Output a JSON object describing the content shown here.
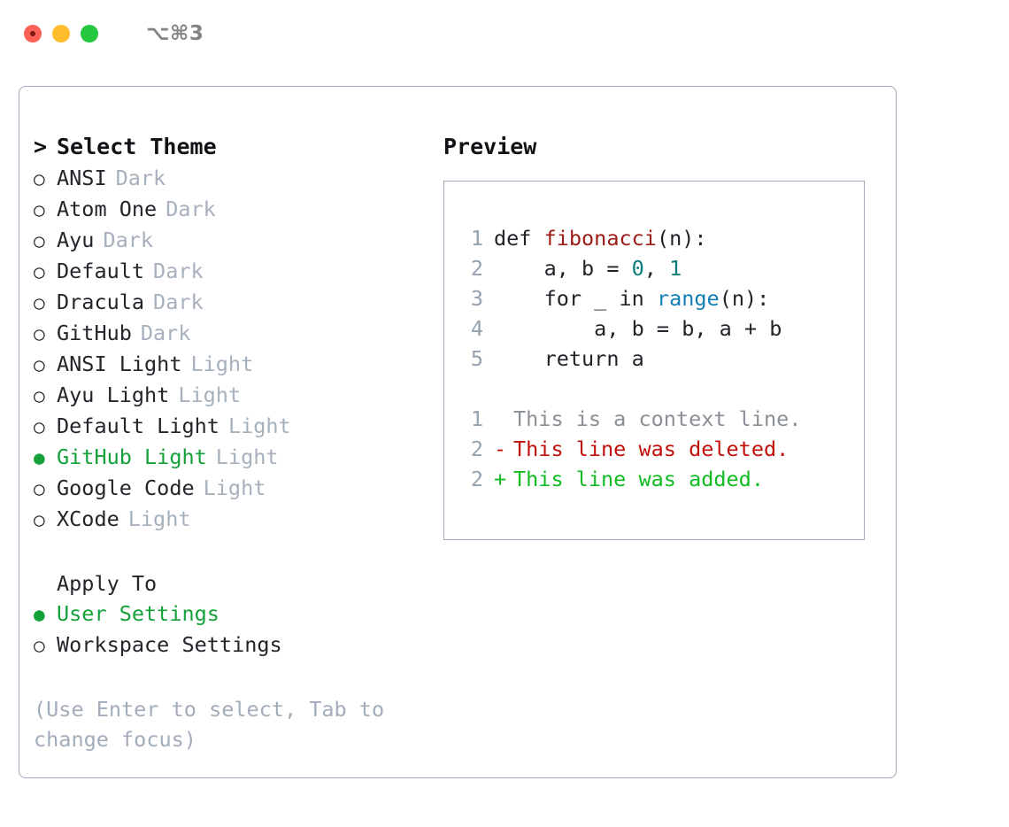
{
  "titlebar": {
    "shortcut": "⌥⌘3",
    "traffic_lights": [
      "close",
      "minimize",
      "zoom"
    ],
    "colors": {
      "close": "#ff6058",
      "minimize": "#ffbd2e",
      "zoom": "#26c83f"
    }
  },
  "theme_picker": {
    "header_caret": ">",
    "header": "Select Theme",
    "bullet_selected": "●",
    "bullet_unselected": "○",
    "selected_color": "#15a13a",
    "tag_color": "#a7b0bd",
    "items": [
      {
        "name": "ANSI",
        "tag": "Dark",
        "selected": false
      },
      {
        "name": "Atom One",
        "tag": "Dark",
        "selected": false
      },
      {
        "name": "Ayu",
        "tag": "Dark",
        "selected": false
      },
      {
        "name": "Default",
        "tag": "Dark",
        "selected": false
      },
      {
        "name": "Dracula",
        "tag": "Dark",
        "selected": false
      },
      {
        "name": "GitHub",
        "tag": "Dark",
        "selected": false
      },
      {
        "name": "ANSI Light",
        "tag": "Light",
        "selected": false
      },
      {
        "name": "Ayu Light",
        "tag": "Light",
        "selected": false
      },
      {
        "name": "Default Light",
        "tag": "Light",
        "selected": false
      },
      {
        "name": "GitHub Light",
        "tag": "Light",
        "selected": true
      },
      {
        "name": "Google Code",
        "tag": "Light",
        "selected": false
      },
      {
        "name": "XCode",
        "tag": "Light",
        "selected": false
      }
    ]
  },
  "apply_to": {
    "label": "Apply To",
    "options": [
      {
        "name": "User Settings",
        "selected": true
      },
      {
        "name": "Workspace Settings",
        "selected": false
      }
    ]
  },
  "help": {
    "line1": "(Use Enter to select, Tab to",
    "line2": "change focus)"
  },
  "preview": {
    "title": "Preview",
    "code_lines": [
      {
        "lineno": "1",
        "tokens": [
          {
            "text": "def ",
            "type": "plain"
          },
          {
            "text": "fibonacci",
            "type": "func"
          },
          {
            "text": "(n):",
            "type": "plain"
          }
        ]
      },
      {
        "lineno": "2",
        "tokens": [
          {
            "text": "    a, b = ",
            "type": "plain"
          },
          {
            "text": "0",
            "type": "num"
          },
          {
            "text": ", ",
            "type": "plain"
          },
          {
            "text": "1",
            "type": "num"
          }
        ]
      },
      {
        "lineno": "3",
        "tokens": [
          {
            "text": "    for _ in ",
            "type": "plain"
          },
          {
            "text": "range",
            "type": "call"
          },
          {
            "text": "(n):",
            "type": "plain"
          }
        ]
      },
      {
        "lineno": "4",
        "tokens": [
          {
            "text": "        a, b = b, a + b",
            "type": "plain"
          }
        ]
      },
      {
        "lineno": "5",
        "tokens": [
          {
            "text": "    return a",
            "type": "plain"
          }
        ]
      }
    ],
    "diff_lines": [
      {
        "lineno": "1",
        "marker": " ",
        "text": "This is a context line.",
        "type": "context"
      },
      {
        "lineno": "2",
        "marker": "-",
        "text": "This line was deleted.",
        "type": "deleted"
      },
      {
        "lineno": "2",
        "marker": "+",
        "text": "This line was added.",
        "type": "added"
      }
    ],
    "syntax_colors": {
      "function": "#9e1c18",
      "number": "#0a7c7c",
      "builtin_call": "#0f7fb5",
      "plain": "#1f2328",
      "lineno": "#93a1b0",
      "diff_context": "#8a8f96",
      "diff_deleted": "#c0100a",
      "diff_added": "#11bb22"
    }
  }
}
